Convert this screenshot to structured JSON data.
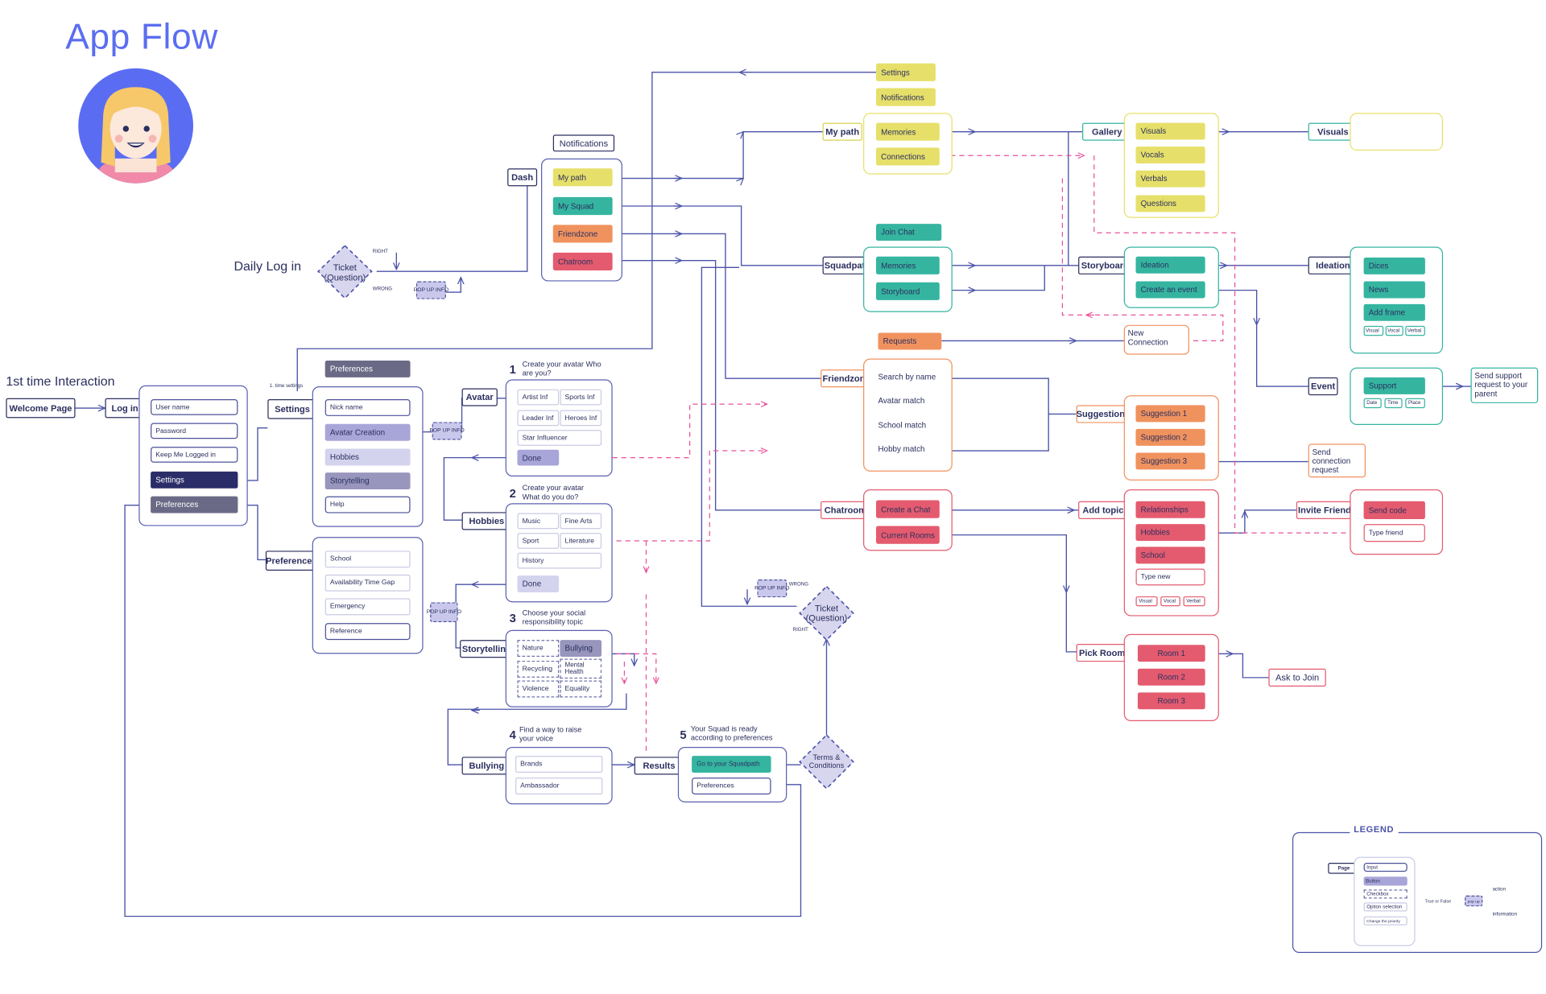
{
  "title": "App Flow",
  "sections": {
    "daily_login": "Daily Log in",
    "first_time": "1st time Interaction"
  },
  "entry": {
    "welcome": "Welcome Page",
    "login": "Log in"
  },
  "login_form": [
    "User name",
    "Password",
    "Keep Me Logged in",
    "Settings",
    "Preferences"
  ],
  "settings": {
    "page": "Settings",
    "note": "1. time settings",
    "header": "Preferences",
    "items": [
      "Nick name",
      "Avatar Creation",
      "Hobbies",
      "Storytelling",
      "Help"
    ]
  },
  "preferences": {
    "page": "Preferences",
    "items": [
      "School",
      "Availability Time Gap",
      "Emergency",
      "Reference"
    ]
  },
  "popup": "POP UP INFO",
  "avatar": {
    "page": "Avatar",
    "step": "1",
    "caption": "Create your avatar Who are you?",
    "options": [
      "Artist Inf",
      "Sports Inf",
      "Leader Inf",
      "Heroes  Inf",
      "Star Influencer"
    ],
    "done": "Done"
  },
  "hobbies": {
    "page": "Hobbies",
    "step": "2",
    "caption": "Create your avatar What do you do?",
    "options": [
      "Music",
      "Fine Arts",
      "Sport",
      "Literature",
      "History"
    ],
    "done": "Done"
  },
  "storytelling": {
    "page": "Storytelling",
    "step": "3",
    "caption": "Choose your social responsibility topic",
    "options": [
      "Nature",
      "Bullying",
      "Recycling",
      "Mental Health",
      "Violence",
      "Equality"
    ]
  },
  "bullying": {
    "page": "Bullying",
    "step": "4",
    "caption": "Find a way to raise your voice",
    "options": [
      "Brands",
      "Ambassador"
    ]
  },
  "results": {
    "page": "Results",
    "step": "5",
    "caption": "Your Squad is ready according to preferences",
    "primary": "Go to your Squadpath",
    "secondary": "Preferences"
  },
  "terms": "Terms & Conditions",
  "ticket": {
    "label": "Ticket (Question)",
    "right": "RIGHT",
    "wrong": "WRONG"
  },
  "dash": {
    "page": "Dash",
    "notifications": "Notifications",
    "items": [
      "My path",
      "My Squad",
      "Friendzone",
      "Chatroom"
    ]
  },
  "top_labels": [
    "Settings",
    "Notifications"
  ],
  "mypath": {
    "page": "My path",
    "items": [
      "Memories",
      "Connections"
    ]
  },
  "gallery": {
    "page": "Gallery",
    "items": [
      "Visuals",
      "Vocals",
      "Verbals",
      "Questions"
    ]
  },
  "visuals": {
    "page": "Visuals"
  },
  "squadpath": {
    "page": "Squadpath",
    "join": "Join Chat",
    "items": [
      "Memories",
      "Storyboard"
    ]
  },
  "storyboard": {
    "page": "Storyboard",
    "items": [
      "Ideation",
      "Create an event"
    ]
  },
  "ideation": {
    "page": "Ideation",
    "items": [
      "Dices",
      "News",
      "Add frame"
    ],
    "chips": [
      "Visual",
      "Vocal",
      "Verbal"
    ]
  },
  "event": {
    "page": "Event",
    "button": "Support",
    "chips": [
      "Date",
      "Time",
      "Place"
    ],
    "note": "Send support request to your parent"
  },
  "requests": {
    "label": "Requests",
    "new_connection": "New Connection"
  },
  "friendzone": {
    "page": "Friendzone",
    "items": [
      "Search by name",
      "Avatar match",
      "School match",
      "Hobby match"
    ]
  },
  "suggestions": {
    "page": "Suggestions",
    "items": [
      "Suggestion 1",
      "Suggestion 2",
      "Suggestion 3"
    ],
    "note": "Send connection request"
  },
  "chatroom": {
    "page": "Chatroom",
    "items": [
      "Create a Chat",
      "Current Rooms"
    ]
  },
  "addtopic": {
    "page": "Add topic",
    "items": [
      "Relationships",
      "Hobbies",
      "School"
    ],
    "type_new": "Type new",
    "chips": [
      "Visual",
      "Vocal",
      "Verbal"
    ]
  },
  "invite": {
    "page": "Invite Friends",
    "button": "Send code",
    "input": "Type friend"
  },
  "pickroom": {
    "page": "Pick Room",
    "items": [
      "Room 1",
      "Room 2",
      "Room 3"
    ],
    "ask": "Ask to Join"
  },
  "legend": {
    "title": "LEGEND",
    "page": "Page",
    "input": "Input",
    "button": "Button",
    "checkbox": "Checkbox",
    "option": "Option selection",
    "priority": "Change the priority",
    "decision": "True or False",
    "popup": "pop up",
    "action": "action",
    "information": "information"
  },
  "colors": {
    "ink": "#2b2f5e",
    "title": "#5b6ef0",
    "yellow": "#e6e06a",
    "teal": "#35b5a0",
    "orange": "#f0925e",
    "red": "#e45b6f",
    "lavender": "#a8a6d8",
    "navy": "#2b2d68",
    "slate": "#6b6a86",
    "pink": "#e8509a"
  }
}
